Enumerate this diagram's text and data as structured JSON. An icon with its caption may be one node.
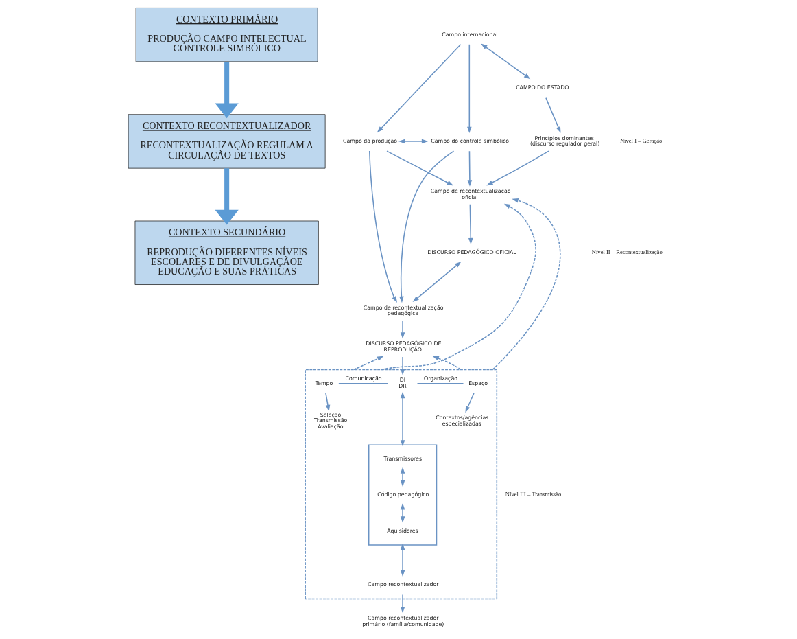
{
  "diagram": {
    "nodes": [
      {
        "text": [
          "CONTEXTO PRIMÁRIO",
          "PRODUÇÃO CAMPO INTELECTUAL CONTROLE SIMBÓLICO"
        ]
      },
      {
        "text": [
          "CONTEXTO RECONTEXTUALIZADOR",
          "RECONTEXTUALIZAÇÃO REGULAM A CIRCULAÇÃO DE TEXTOS"
        ]
      },
      {
        "text": [
          "CONTEXTO SECUNDÁRIO",
          "REPRODUÇÃO DIFERENTES NÍVEIS ESCOLARES E DE DIVULGAÇÃOE EDUCAÇÃO E SUAS PRÁTICAS"
        ]
      },
      {
        "text": [
          "Campo internacional"
        ]
      },
      {
        "text": [
          "CAMPO DO ESTADO"
        ]
      },
      {
        "text": [
          "Campo da produção"
        ]
      },
      {
        "text": [
          "Campo do controle simbólico"
        ]
      },
      {
        "text": [
          "Princípios dominantes (discurso regulador geral)"
        ]
      },
      {
        "text": [
          "Campo de recontextualização oficial"
        ]
      },
      {
        "text": [
          "DISCURSO PEDAGÓGICO OFICIAL"
        ]
      },
      {
        "text": [
          "Campo de recontextualização pedagógica"
        ]
      },
      {
        "text": [
          "DISCURSO PEDAGÓGICO DE REPRODUÇÃO"
        ]
      },
      {
        "text": [],
        "shape": "box"
      },
      {
        "text": [
          "DI",
          "DR"
        ],
        "in": 12
      },
      {
        "text": [
          "Tempo"
        ],
        "in": 12
      },
      {
        "text": [
          "Espaço"
        ],
        "in": 12
      },
      {
        "text": [
          "Seleção",
          "Transmissão",
          "Avaliação"
        ],
        "in": 12
      },
      {
        "text": [
          "Contextos/agências especializadas"
        ],
        "in": 12
      },
      {
        "text": [],
        "shape": "box",
        "in": 12
      },
      {
        "text": [
          "Transmissores"
        ],
        "in": 18
      },
      {
        "text": [
          "Código pedagógico"
        ],
        "in": 18
      },
      {
        "text": [
          "Aquisidores"
        ],
        "in": 18
      },
      {
        "text": [
          "Campo recontextualizador"
        ],
        "in": 12
      },
      {
        "text": [
          "Campo recontextualizador primário (família/comunidade)"
        ]
      }
    ],
    "edges": [
      {
        "from": 0,
        "to": 1,
        "arrow": "to",
        "style": "thick"
      },
      {
        "from": 1,
        "to": 2,
        "arrow": "to",
        "style": "thick"
      },
      {
        "from": 3,
        "to": 5,
        "arrow": "to"
      },
      {
        "from": 3,
        "to": 6,
        "arrow": "to"
      },
      {
        "from": 3,
        "to": 4,
        "arrow": "both"
      },
      {
        "from": 5,
        "to": 6,
        "arrow": "both"
      },
      {
        "from": 4,
        "to": 7,
        "arrow": "to"
      },
      {
        "from": 5,
        "to": 8,
        "arrow": "to"
      },
      {
        "from": 5,
        "to": 10,
        "arrow": "to"
      },
      {
        "from": 6,
        "to": 8,
        "arrow": "to"
      },
      {
        "from": 6,
        "to": 10,
        "arrow": "to"
      },
      {
        "from": 7,
        "to": 8,
        "arrow": "to"
      },
      {
        "from": 8,
        "to": 9,
        "arrow": "to"
      },
      {
        "from": 9,
        "to": 10,
        "arrow": "both"
      },
      {
        "from": 10,
        "to": 11,
        "arrow": "to"
      },
      {
        "from": 12,
        "to": 8,
        "arrow": "to",
        "style": "dashed"
      },
      {
        "from": 12,
        "to": 8,
        "arrow": "to",
        "style": "dashed"
      },
      {
        "from": 12,
        "to": 11,
        "arrow": "to",
        "style": "dashed"
      },
      {
        "from": 12,
        "to": 11,
        "arrow": "to",
        "style": "dashed"
      },
      {
        "from": 11,
        "to": 13,
        "arrow": "to"
      },
      {
        "from": 14,
        "to": 13,
        "arrow": "none",
        "label": "Comunicação"
      },
      {
        "from": 13,
        "to": 15,
        "arrow": "none",
        "label": "Organização"
      },
      {
        "from": 14,
        "to": 16,
        "arrow": "to"
      },
      {
        "from": 15,
        "to": 17,
        "arrow": "to"
      },
      {
        "from": 13,
        "to": 18,
        "arrow": "both"
      },
      {
        "from": 19,
        "to": 20,
        "arrow": "both"
      },
      {
        "from": 20,
        "to": 21,
        "arrow": "both"
      },
      {
        "from": 18,
        "to": 22,
        "arrow": "both"
      },
      {
        "from": 22,
        "to": 23,
        "arrow": "to"
      }
    ],
    "labels": [
      "Nível I – Geração",
      "Nível II – Recontextualização",
      "Nível III – Transmissão"
    ]
  }
}
